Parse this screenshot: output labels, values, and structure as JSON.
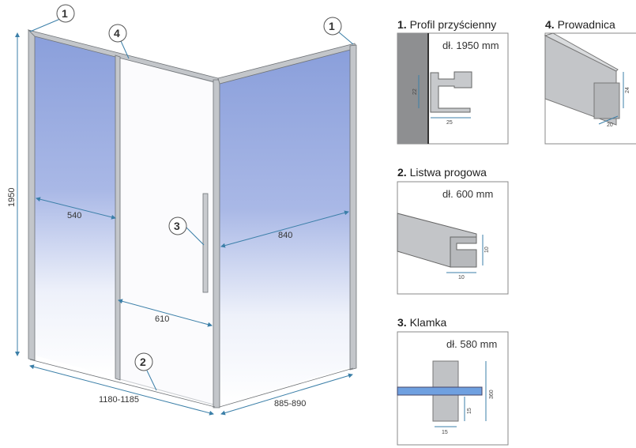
{
  "main_diagram": {
    "dimensions": {
      "height": "1950",
      "fixed_panel_width": "540",
      "side_panel_width": "840",
      "door_width": "610",
      "front_width": "1180-1185",
      "side_width": "885-890"
    },
    "callouts": [
      "1",
      "4",
      "1",
      "3",
      "2"
    ]
  },
  "parts": [
    {
      "number": "1.",
      "name": "Profil przyścienny",
      "length": "dł. 1950 mm",
      "dims": [
        "22",
        "25"
      ]
    },
    {
      "number": "4.",
      "name": "Prowadnica",
      "dims": [
        "24",
        "20"
      ]
    },
    {
      "number": "2.",
      "name": "Listwa progowa",
      "length": "dł. 600 mm",
      "dims": [
        "10",
        "10"
      ]
    },
    {
      "number": "3.",
      "name": "Klamka",
      "length": "dł. 580 mm",
      "dims": [
        "360",
        "15",
        "15"
      ]
    }
  ],
  "colors": {
    "glass": "#8fa6dc",
    "frame": "#b9bcc0",
    "dim_line": "#3b7fa8"
  }
}
